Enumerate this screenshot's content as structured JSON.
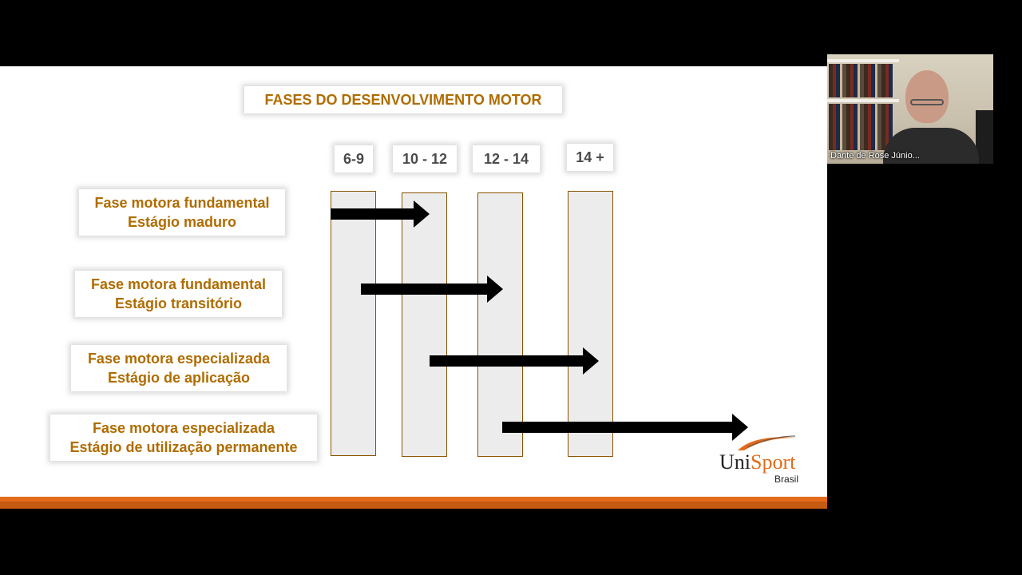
{
  "slide": {
    "title": "FASES DO DESENVOLVIMENTO MOTOR",
    "age_headers": [
      "6-9",
      "10 - 12",
      "12 - 14",
      "14 +"
    ],
    "phases": [
      {
        "line1": "Fase motora fundamental",
        "line2": "Estágio maduro"
      },
      {
        "line1": "Fase motora fundamental",
        "line2": "Estágio transitório"
      },
      {
        "line1": "Fase motora especializada",
        "line2": "Estágio de aplicação"
      },
      {
        "line1": "Fase motora especializada",
        "line2": "Estágio de utilização permanente"
      }
    ],
    "logo": {
      "uni": "Uni",
      "sport": "Sport",
      "brasil": "Brasil"
    },
    "colors": {
      "label_text": "#b06c00",
      "stripe": "#e36c1c",
      "column_border": "#8a5400"
    }
  },
  "webcam": {
    "participant_name": "Dante de Rose Júnio..."
  }
}
